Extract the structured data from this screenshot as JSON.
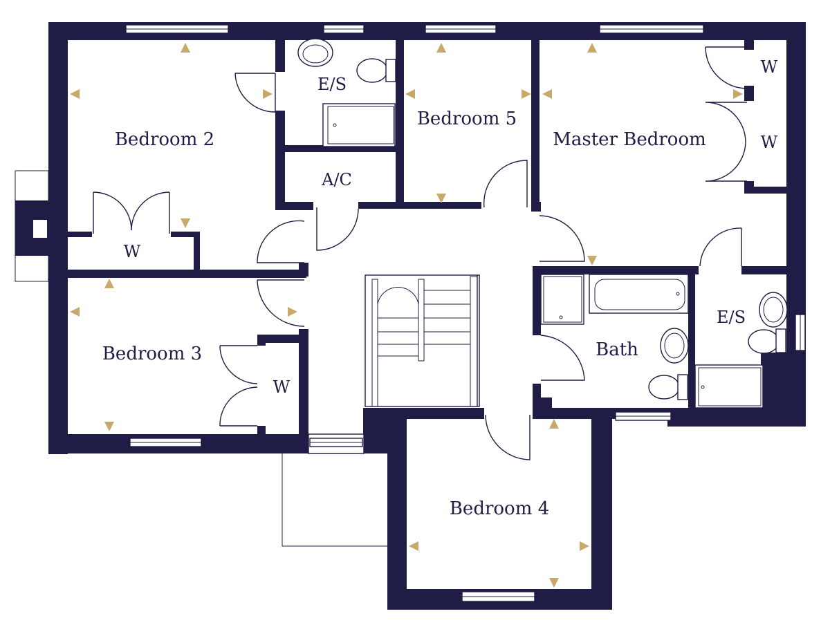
{
  "rooms": {
    "bedroom2": "Bedroom 2",
    "bedroom3": "Bedroom 3",
    "bedroom4": "Bedroom 4",
    "bedroom5": "Bedroom 5",
    "master": "Master Bedroom",
    "bath": "Bath",
    "ensuite_top": "E/S",
    "ensuite_right": "E/S",
    "airing_cupboard": "A/C",
    "wardrobe_bed2": "W",
    "wardrobe_bed3": "W",
    "wardrobe_master_top": "W",
    "wardrobe_master_bottom": "W"
  },
  "colors": {
    "wall": "#1f1c46",
    "marker": "#c9a96a",
    "background": "#ffffff"
  }
}
